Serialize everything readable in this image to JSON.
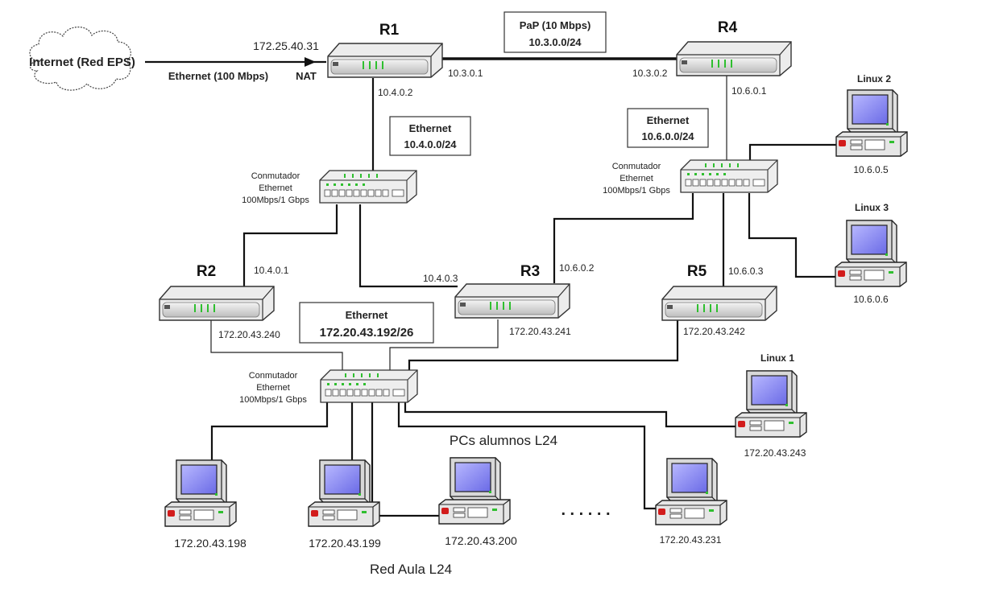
{
  "cloud_label": "Internet (Red EPS)",
  "wan_link": {
    "label": "Ethernet (100 Mbps)",
    "ip": "172.25.40.31",
    "nat": "NAT"
  },
  "ptp_box": {
    "line1": "PaP (10 Mbps)",
    "line2": "10.3.0.0/24"
  },
  "net1_box": {
    "line1": "Ethernet",
    "line2": "10.4.0.0/24"
  },
  "net2_box": {
    "line1": "Ethernet",
    "line2": "10.6.0.0/24"
  },
  "net3_box": {
    "line1": "Ethernet",
    "line2": "172.20.43.192/26"
  },
  "routers": {
    "r1": {
      "name": "R1",
      "ip_right": "10.3.0.1",
      "ip_bottom": "10.4.0.2"
    },
    "r4": {
      "name": "R4",
      "ip_left": "10.3.0.2",
      "ip_bottom": "10.6.0.1"
    },
    "r2": {
      "name": "R2",
      "ip_top": "10.4.0.1",
      "ip_bottom": "172.20.43.240"
    },
    "r3": {
      "name": "R3",
      "ip_left": "10.4.0.3",
      "ip_top": "10.6.0.2",
      "ip_bottom": "172.20.43.241"
    },
    "r5": {
      "name": "R5",
      "ip_top": "10.6.0.3",
      "ip_bottom": "172.20.43.242"
    }
  },
  "switches": {
    "sw1": {
      "l1": "Conmutador",
      "l2": "Ethernet",
      "l3": "100Mbps/1 Gbps"
    },
    "sw2": {
      "l1": "Conmutador",
      "l2": "Ethernet",
      "l3": "100Mbps/1 Gbps"
    },
    "sw3": {
      "l1": "Conmutador",
      "l2": "Ethernet",
      "l3": "100Mbps/1 Gbps"
    }
  },
  "linux": {
    "linux2": {
      "name": "Linux 2",
      "ip": "10.6.0.5"
    },
    "linux3": {
      "name": "Linux 3",
      "ip": "10.6.0.6"
    },
    "linux1": {
      "name": "Linux 1",
      "ip": "172.20.43.243"
    }
  },
  "pcs": {
    "group_label": "PCs alumnos L24",
    "ips": [
      "172.20.43.198",
      "172.20.43.199",
      "172.20.43.200",
      "172.20.43.231"
    ],
    "ellipsis": ". . . . . ."
  },
  "footer": "Red Aula L24",
  "colors": {
    "screen": "#8c8cf0",
    "led": "#2fbf2f",
    "power": "#d21c1c",
    "device": "#e4e4e4"
  }
}
